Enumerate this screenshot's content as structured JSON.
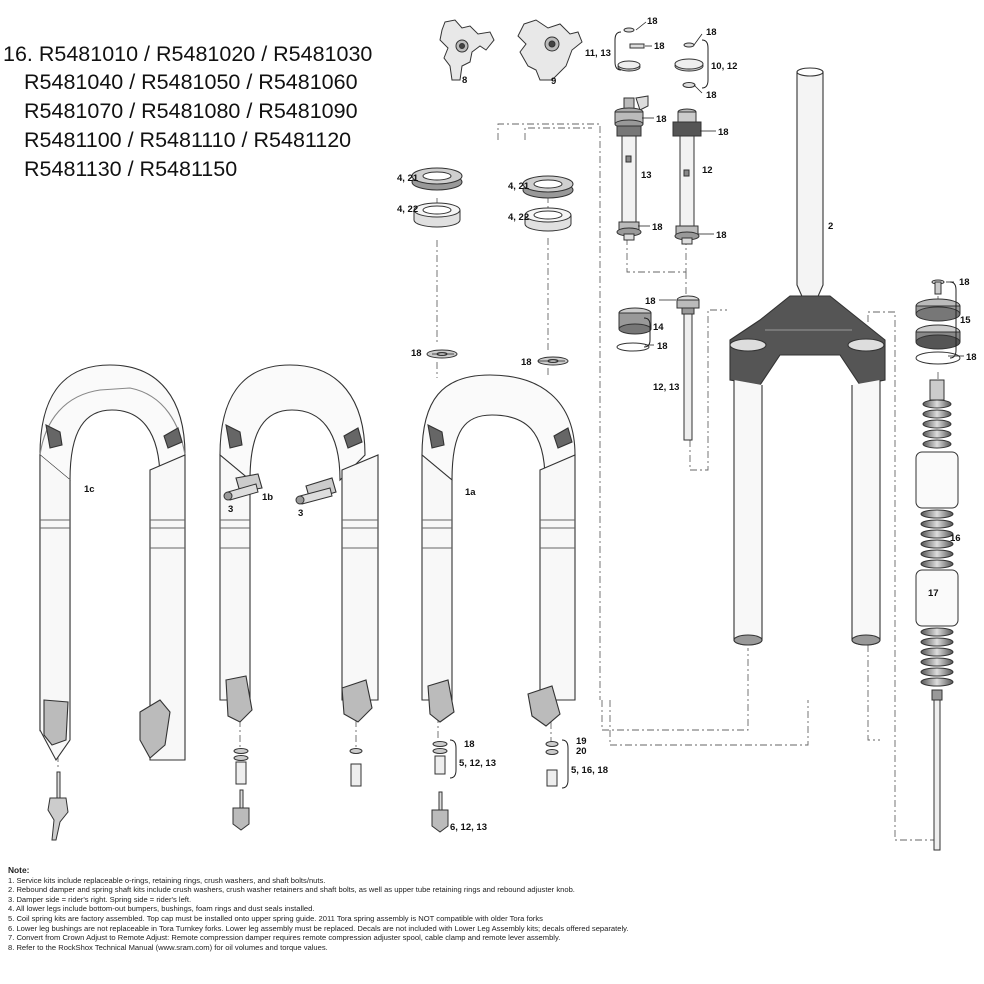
{
  "header": {
    "lines": [
      "16. R5481010 / R5481020 / R5481030",
      "R5481040 / R5481050 / R5481060",
      "R5481070 / R5481080 / R5481090",
      "R5481100 / R5481110 / R5481120",
      "R5481130 / R5481150"
    ]
  },
  "callouts": {
    "c18a": "18",
    "c18b": "18",
    "c11_13": "11, 13",
    "c8": "8",
    "c9": "9",
    "c18c": "18",
    "c10_12": "10, 12",
    "c18d": "18",
    "c18e": "18",
    "c13": "13",
    "c18f": "18",
    "c18g": "18",
    "c12": "12",
    "c18h": "18",
    "c4_21a": "4, 21",
    "c4_22a": "4, 22",
    "c4_21b": "4, 21",
    "c4_22b": "4, 22",
    "c2": "2",
    "c18i": "18",
    "c14": "14",
    "c18j": "18",
    "c12_13": "12, 13",
    "c18k": "18",
    "c15": "15",
    "c18l": "18",
    "c18m": "18",
    "c18n": "18",
    "c1c": "1c",
    "c1b": "1b",
    "c1a": "1a",
    "c3a": "3",
    "c3b": "3",
    "c16": "16",
    "c17": "17",
    "c18o": "18",
    "c5_12_13": "5, 12, 13",
    "c6_12_13": "6, 12, 13",
    "c19": "19",
    "c20": "20",
    "c5_16_18": "5, 16, 18"
  },
  "notes": {
    "title": "Note:",
    "items": [
      "1. Service kits include replaceable o-rings, retaining rings, crush washers, and shaft bolts/nuts.",
      "2. Rebound damper and spring shaft kits include crush washers, crush washer retainers and shaft bolts, as well as upper tube retaining rings and rebound adjuster knob.",
      "3. Damper side = rider's right.  Spring side = rider's left.",
      "4. All lower legs include bottom-out bumpers, bushings, foam rings and dust seals installed.",
      "5. Coil spring kits are factory assembled.  Top cap must be installed onto upper spring guide.  2011 Tora spring assembly is NOT compatible with older Tora forks",
      "6. Lower leg bushings are not replaceable in Tora Turnkey forks.  Lower leg assembly must be replaced. Decals are not included with Lower Leg Assembly kits; decals offered separately.",
      "7. Convert from Crown Adjust to Remote Adjust:  Remote compression damper requires remote compression adjuster spool, cable clamp and remote lever assembly.",
      "8. Refer to the RockShox Technical Manual (www.sram.com) for oil volumes and torque values."
    ]
  }
}
